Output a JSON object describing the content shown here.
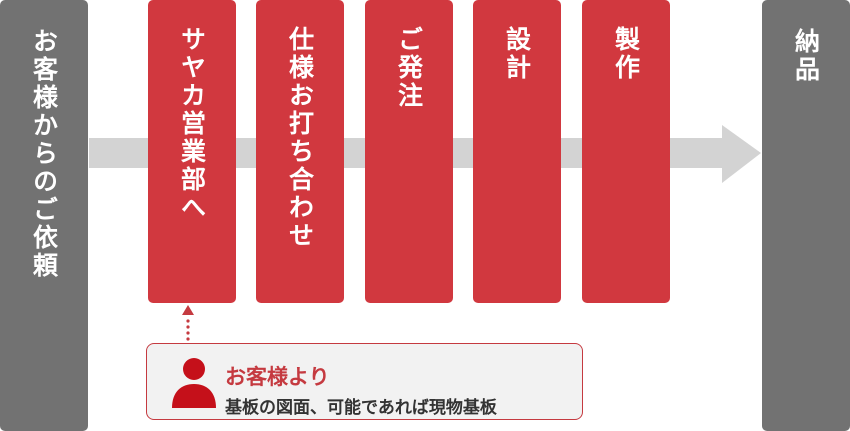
{
  "colors": {
    "step_red": "#d1383f",
    "gray_column": "#727272",
    "arrow_gray": "#d3d3d3",
    "accent_red": "#c53a40"
  },
  "left_column": {
    "label": "お客様からのご依頼"
  },
  "right_column": {
    "label": "納品"
  },
  "steps": [
    {
      "label": "サヤカ営業部へ"
    },
    {
      "label": "仕様お打ち合わせ"
    },
    {
      "label": "ご発注"
    },
    {
      "label": "設計"
    },
    {
      "label": "製作"
    }
  ],
  "note": {
    "icon": "person-icon",
    "title": "お客様より",
    "body": "基板の図面、可能であれば現物基板"
  }
}
